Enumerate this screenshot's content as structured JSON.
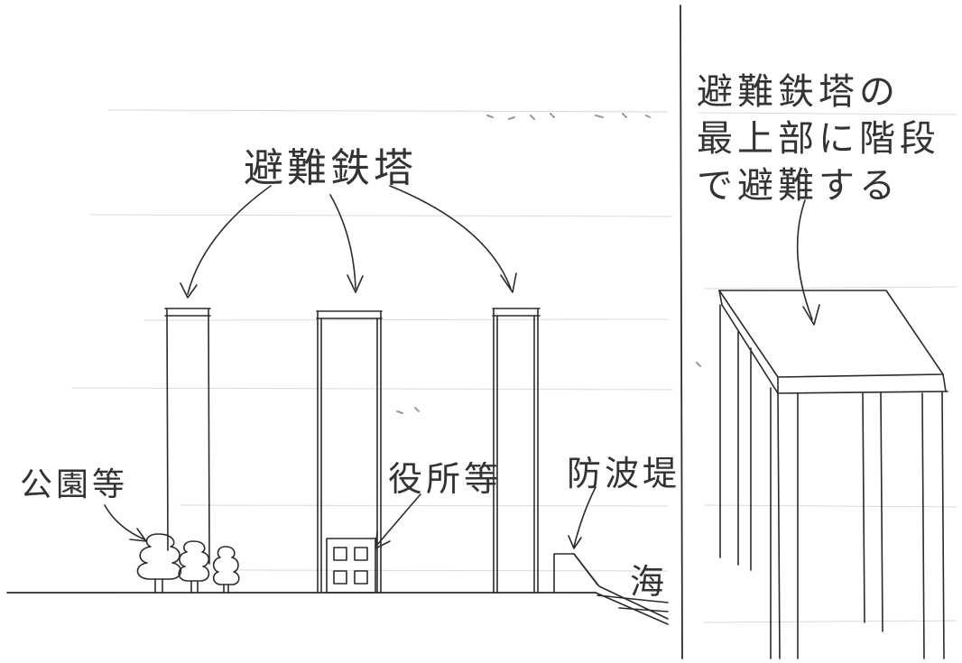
{
  "labels": {
    "evacuation_towers": "避難鉄塔",
    "park": "公園等",
    "office": "役所等",
    "seawall": "防波堤",
    "sea": "海"
  },
  "detail_note": {
    "line1": "避難鉄塔の",
    "line2": "最上部に階段",
    "line3": "で避難する"
  },
  "colors": {
    "ink": "#2b2b2b",
    "paper": "#ffffff"
  }
}
